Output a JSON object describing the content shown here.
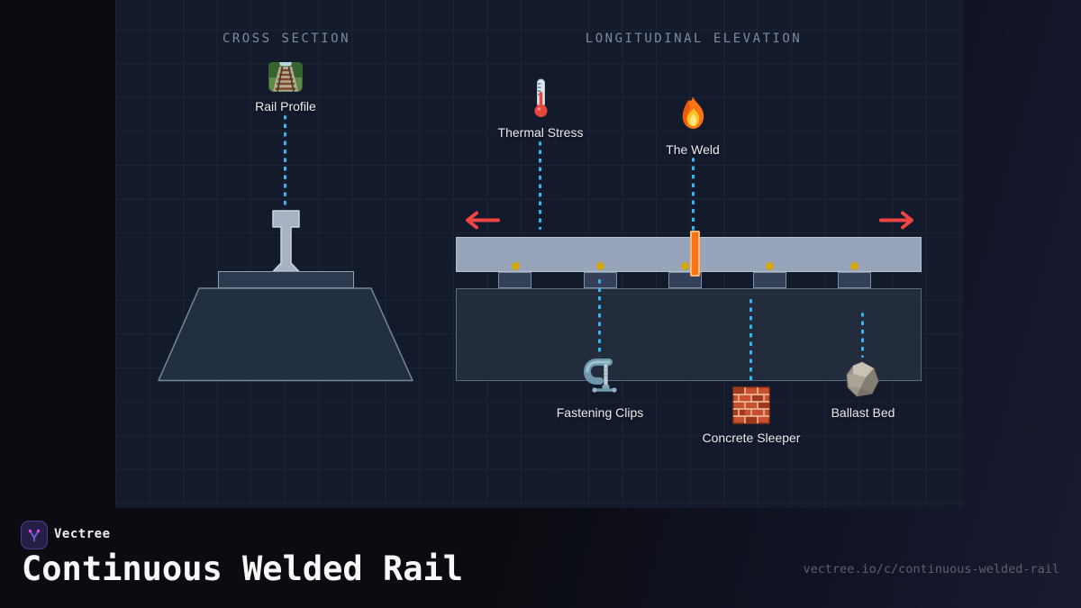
{
  "branding": {
    "site_name": "Vectree",
    "title": "Continuous Welded Rail",
    "url": "vectree.io/c/continuous-welded-rail"
  },
  "diagram": {
    "cross_section": {
      "header": "CROSS SECTION",
      "rail_profile_label": "Rail Profile"
    },
    "longitudinal": {
      "header": "LONGITUDINAL ELEVATION",
      "thermal_stress_label": "Thermal Stress",
      "weld_label": "The Weld",
      "fastening_clips_label": "Fastening Clips",
      "concrete_sleeper_label": "Concrete Sleeper",
      "ballast_bed_label": "Ballast Bed",
      "sleeper_count": 5,
      "clip_count": 5
    },
    "icons": {
      "rail_profile": "railway-track-icon",
      "thermal_stress": "thermometer-icon",
      "weld": "fire-icon",
      "fastening_clips": "clamp-icon",
      "concrete_sleeper": "brick-icon",
      "ballast_bed": "rock-icon",
      "expansion_left": "arrow-left-icon",
      "expansion_right": "arrow-right-icon",
      "brand": "vectree-logo-icon"
    },
    "colors": {
      "panel_bg": "#131a2b",
      "rail": "#97a4b9",
      "sleeper": "#344057",
      "ballast": "#222c3d",
      "weld": "#f97316",
      "clip_dot": "#d2a70a",
      "expansion_arrow": "#ef4444",
      "leader_line": "#35b5ef",
      "header_text": "#7e8aa0",
      "accent_purple": "#8b5cf6"
    }
  }
}
